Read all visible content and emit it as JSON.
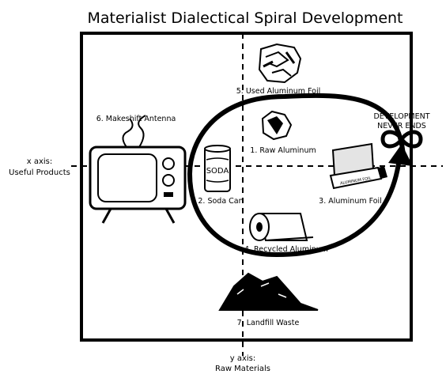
{
  "title": "Materialist Dialectical Spiral Development",
  "x_axis": {
    "line1": "x axis:",
    "line2": "Useful Products"
  },
  "y_axis": {
    "line1": "y axis:",
    "line2": "Raw Materials"
  },
  "stages": [
    {
      "label": "1. Raw Aluminum",
      "icon": "raw-aluminum-icon"
    },
    {
      "label": "2. Soda Can",
      "icon": "soda-can-icon",
      "can_text": "SODA"
    },
    {
      "label": "3. Aluminum Foil",
      "icon": "aluminum-foil-box-icon",
      "box_text": "ALUMINUM FOIL"
    },
    {
      "label": "4. Recycled Aluminum",
      "icon": "aluminum-roll-icon"
    },
    {
      "label": "5. Used Aluminum Foil",
      "icon": "crumpled-foil-icon"
    },
    {
      "label": "6. Makeshift Antenna",
      "icon": "television-icon"
    },
    {
      "label": "7. Landfill Waste",
      "icon": "landfill-pile-icon"
    }
  ],
  "note": {
    "line1": "DEVELOPMENT",
    "line2": "NEVER ENDS",
    "icon": "infinity-icon"
  },
  "colors": {
    "ink": "#000000",
    "background": "#ffffff",
    "foil": "#d8d8d8"
  }
}
